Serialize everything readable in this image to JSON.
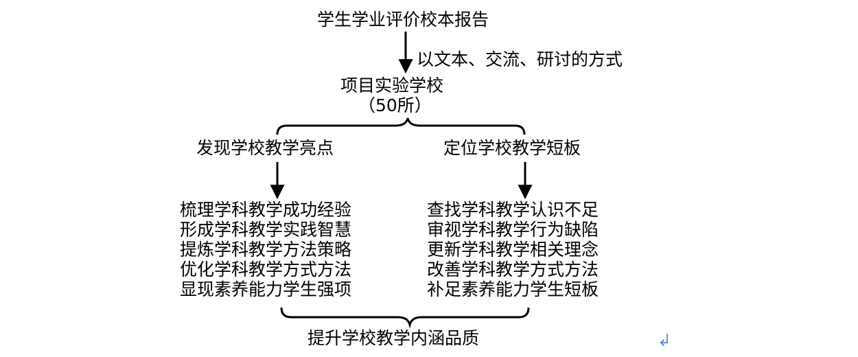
{
  "top": {
    "title": "学生学业评价校本报告",
    "method": "以文本、交流、研讨的方式"
  },
  "project": {
    "name": "项目实验学校",
    "count": "（50所）"
  },
  "branches": {
    "left_title": "发现学校教学亮点",
    "right_title": "定位学校教学短板",
    "left_items": [
      "梳理学科教学成功经验",
      "形成学科教学实践智慧",
      "提炼学科教学方法策略",
      "优化学科教学方式方法",
      "显现素养能力学生强项"
    ],
    "right_items": [
      "查找学科教学认识不足",
      "审视学科教学行为缺陷",
      "更新学科教学相关理念",
      "改善学科教学方式方法",
      "补足素养能力学生短板"
    ]
  },
  "bottom": {
    "result": "提升学校教学内涵品质"
  },
  "colors": {
    "line": "#000000",
    "return_mark": "#5b8fd6"
  }
}
